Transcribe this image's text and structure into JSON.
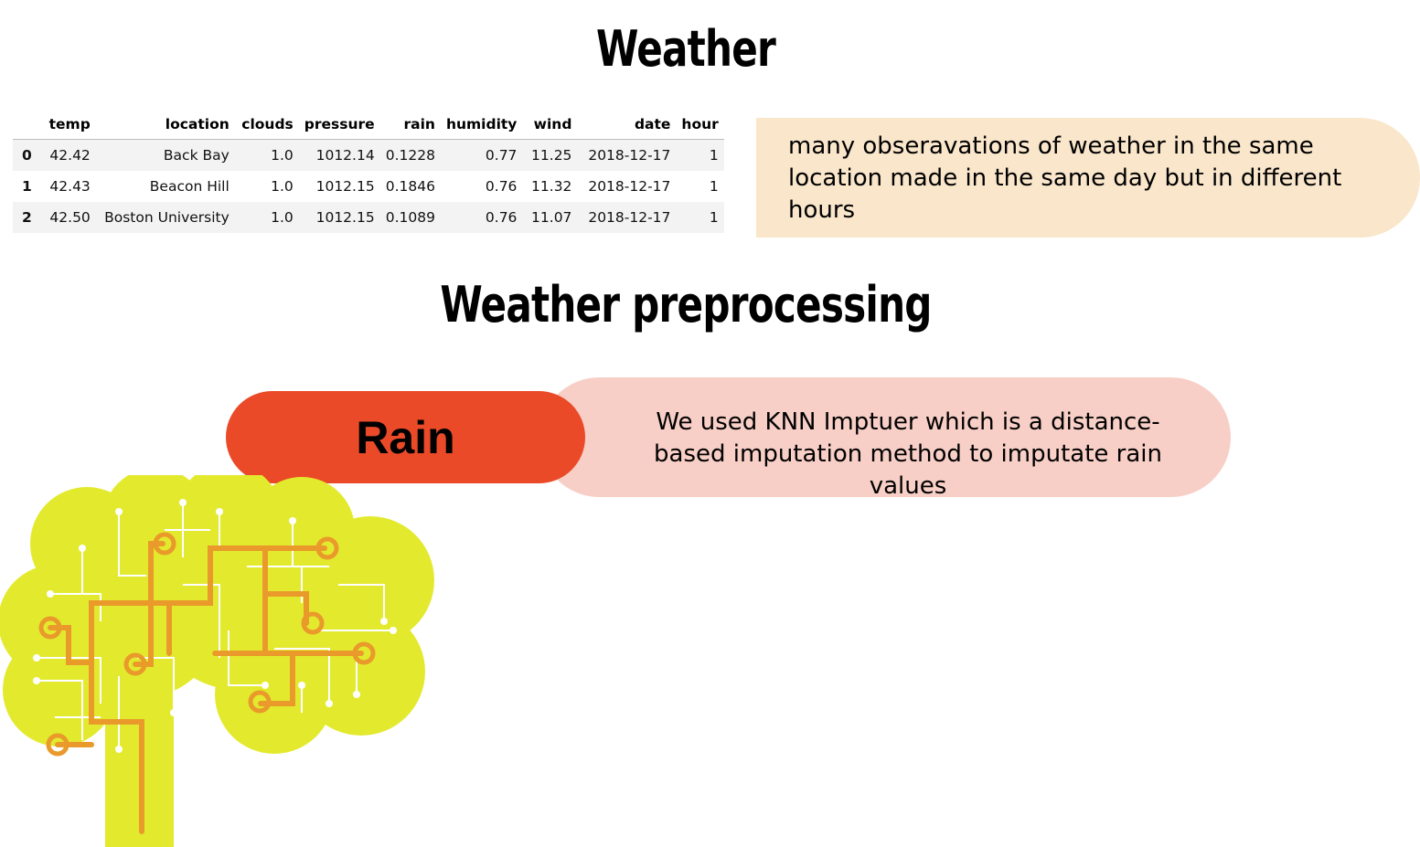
{
  "headings": {
    "weather": "Weather",
    "preprocessing": "Weather preprocessing"
  },
  "table": {
    "columns": [
      "",
      "temp",
      "location",
      "clouds",
      "pressure",
      "rain",
      "humidity",
      "wind",
      "date",
      "hour"
    ],
    "rows": [
      [
        "0",
        "42.42",
        "Back Bay",
        "1.0",
        "1012.14",
        "0.1228",
        "0.77",
        "11.25",
        "2018-12-17",
        "1"
      ],
      [
        "1",
        "42.43",
        "Beacon Hill",
        "1.0",
        "1012.15",
        "0.1846",
        "0.76",
        "11.32",
        "2018-12-17",
        "1"
      ],
      [
        "2",
        "42.50",
        "Boston University",
        "1.0",
        "1012.15",
        "0.1089",
        "0.76",
        "11.07",
        "2018-12-17",
        "1"
      ]
    ]
  },
  "notes": {
    "weather": "many obseravations of weather in the same location made in the same day but in different hours",
    "rain": "We used KNN Imptuer which is a distance-based imputation method to imputate rain values"
  },
  "rain_label": "Rain",
  "colors": {
    "note_weather_bg": "#f9e6cb",
    "rain_pill": "#ea4a27",
    "note_rain_bg": "#f8cfc7",
    "brain_fill": "#e3ea2e",
    "circuit_orange": "#e99a2b"
  },
  "icons": {
    "brain": "brain-circuit-icon"
  }
}
